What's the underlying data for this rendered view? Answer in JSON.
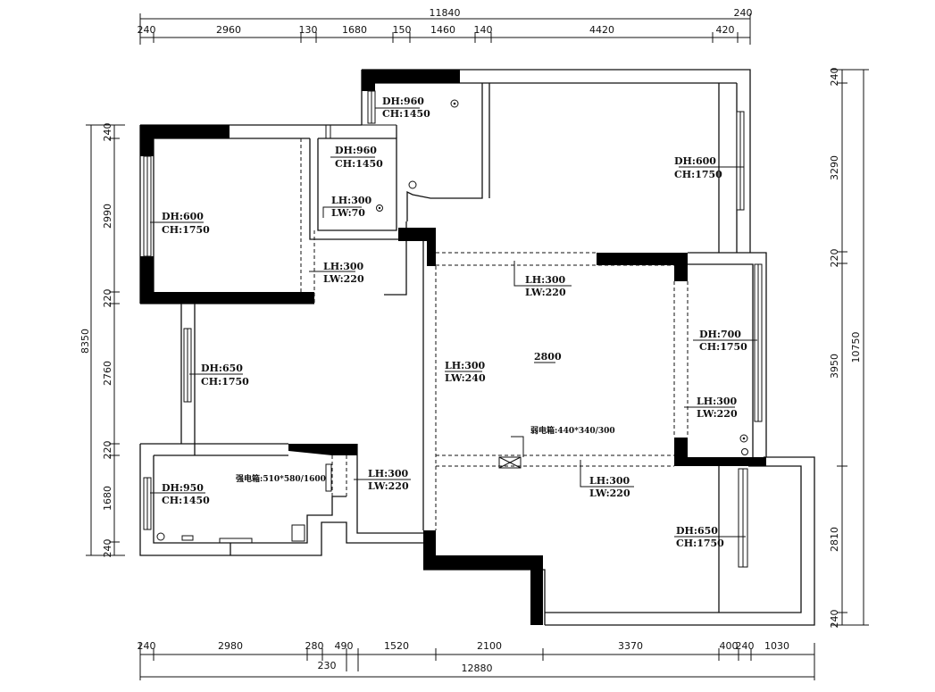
{
  "dimensions": {
    "top_total": "11840",
    "top_right_extra": "240",
    "top_segments": [
      "240",
      "2960",
      "130",
      "1680",
      "150",
      "1460",
      "140",
      "4420",
      "420"
    ],
    "bottom_segments": [
      "240",
      "2980",
      "280",
      "490",
      "1520",
      "2100",
      "3370",
      "400",
      "240",
      "1030"
    ],
    "bottom_sub": "230",
    "bottom_total": "12880",
    "left_total": "8350",
    "left_segments": [
      "240",
      "2990",
      "220",
      "2760",
      "220",
      "1680",
      "240"
    ],
    "right_total": "10750",
    "right_segments": [
      "240",
      "3290",
      "220",
      "3950",
      "2810",
      "240"
    ]
  },
  "labels": {
    "w_top_small_dh": "DH:960",
    "w_top_small_ch": "CH:1450",
    "w_inner_dh": "DH:960",
    "w_inner_ch": "CH:1450",
    "w_top_right_dh": "DH:600",
    "w_top_right_ch": "CH:1750",
    "w_left_top_dh": "DH:600",
    "w_left_top_ch": "CH:1750",
    "beam_inner_lh": "LH:300",
    "beam_inner_lw": "LW:70",
    "beam_a_lh": "LH:300",
    "beam_a_lw": "LW:220",
    "beam_b_lh": "LH:300",
    "beam_b_lw": "LW:220",
    "w_right_mid_dh": "DH:700",
    "w_right_mid_ch": "CH:1750",
    "ceiling": "2800",
    "w_left_mid_dh": "DH:650",
    "w_left_mid_ch": "CH:1750",
    "beam_c_lh": "LH:300",
    "beam_c_lw": "LW:240",
    "beam_d_lh": "LH:300",
    "beam_d_lw": "LW:220",
    "weak_box": "弱电箱:440*340/300",
    "strong_box": "强电箱:510*580/1600",
    "w_left_bot_dh": "DH:950",
    "w_left_bot_ch": "CH:1450",
    "beam_e_lh": "LH:300",
    "beam_e_lw": "LW:220",
    "beam_f_lh": "LH:300",
    "beam_f_lw": "LW:220",
    "w_right_bot_dh": "DH:650",
    "w_right_bot_ch": "CH:1750"
  }
}
